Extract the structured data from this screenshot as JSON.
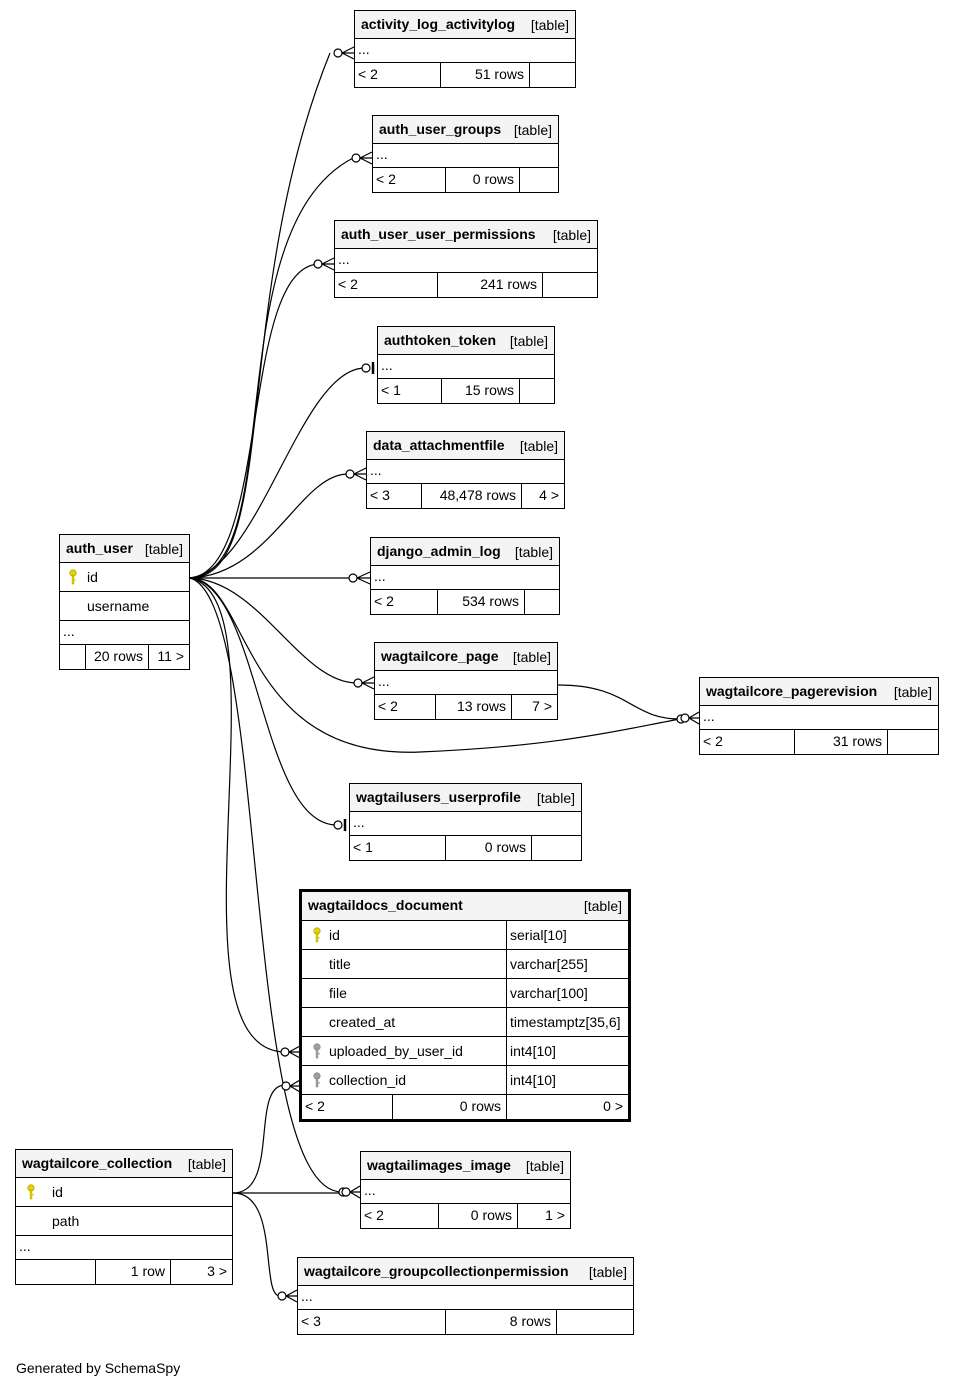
{
  "footer": {
    "credit": "Generated by SchemaSpy"
  },
  "colors": {
    "pk_key": "#e6d200",
    "fk_key": "#a0a0a0",
    "header_bg": "#f4f4f4",
    "line": "#000000"
  },
  "tables": {
    "activity_log": {
      "name": "activity_log_activitylog",
      "type": "[table]",
      "ellipsis": "...",
      "parents": "< 2",
      "rows": "51 rows",
      "children": ""
    },
    "auth_user_groups": {
      "name": "auth_user_groups",
      "type": "[table]",
      "ellipsis": "...",
      "parents": "< 2",
      "rows": "0 rows",
      "children": ""
    },
    "auth_user_user_permissions": {
      "name": "auth_user_user_permissions",
      "type": "[table]",
      "ellipsis": "...",
      "parents": "< 2",
      "rows": "241 rows",
      "children": ""
    },
    "authtoken_token": {
      "name": "authtoken_token",
      "type": "[table]",
      "ellipsis": "...",
      "parents": "< 1",
      "rows": "15 rows",
      "children": ""
    },
    "data_attachmentfile": {
      "name": "data_attachmentfile",
      "type": "[table]",
      "ellipsis": "...",
      "parents": "< 3",
      "rows": "48,478 rows",
      "children": "4 >"
    },
    "django_admin_log": {
      "name": "django_admin_log",
      "type": "[table]",
      "ellipsis": "...",
      "parents": "< 2",
      "rows": "534 rows",
      "children": ""
    },
    "wagtailcore_page": {
      "name": "wagtailcore_page",
      "type": "[table]",
      "ellipsis": "...",
      "parents": "< 2",
      "rows": "13 rows",
      "children": "7 >"
    },
    "wagtailcore_pagerevision": {
      "name": "wagtailcore_pagerevision",
      "type": "[table]",
      "ellipsis": "...",
      "parents": "< 2",
      "rows": "31 rows",
      "children": ""
    },
    "wagtailusers_userprofile": {
      "name": "wagtailusers_userprofile",
      "type": "[table]",
      "ellipsis": "...",
      "parents": "< 1",
      "rows": "0 rows",
      "children": ""
    },
    "wagtailimages_image": {
      "name": "wagtailimages_image",
      "type": "[table]",
      "ellipsis": "...",
      "parents": "< 2",
      "rows": "0 rows",
      "children": "1 >"
    },
    "wagtailcore_groupcollectionpermission": {
      "name": "wagtailcore_groupcollectionpermission",
      "type": "[table]",
      "ellipsis": "...",
      "parents": "< 3",
      "rows": "8 rows",
      "children": ""
    },
    "auth_user": {
      "name": "auth_user",
      "type": "[table]",
      "col_id": "id",
      "col_username": "username",
      "ellipsis": "...",
      "parents": "",
      "rows": "20 rows",
      "children": "11 >"
    },
    "wagtailcore_collection": {
      "name": "wagtailcore_collection",
      "type": "[table]",
      "col_id": "id",
      "col_path": "path",
      "ellipsis": "...",
      "parents": "",
      "rows": "1 row",
      "children": "3 >"
    },
    "wagtaildocs_document": {
      "name": "wagtaildocs_document",
      "type": "[table]",
      "columns": [
        {
          "name": "id",
          "type": "serial[10]"
        },
        {
          "name": "title",
          "type": "varchar[255]"
        },
        {
          "name": "file",
          "type": "varchar[100]"
        },
        {
          "name": "created_at",
          "type": "timestamptz[35,6]"
        },
        {
          "name": "uploaded_by_user_id",
          "type": "int4[10]"
        },
        {
          "name": "collection_id",
          "type": "int4[10]"
        }
      ],
      "parents": "< 2",
      "rows": "0 rows",
      "children": "0 >"
    }
  }
}
